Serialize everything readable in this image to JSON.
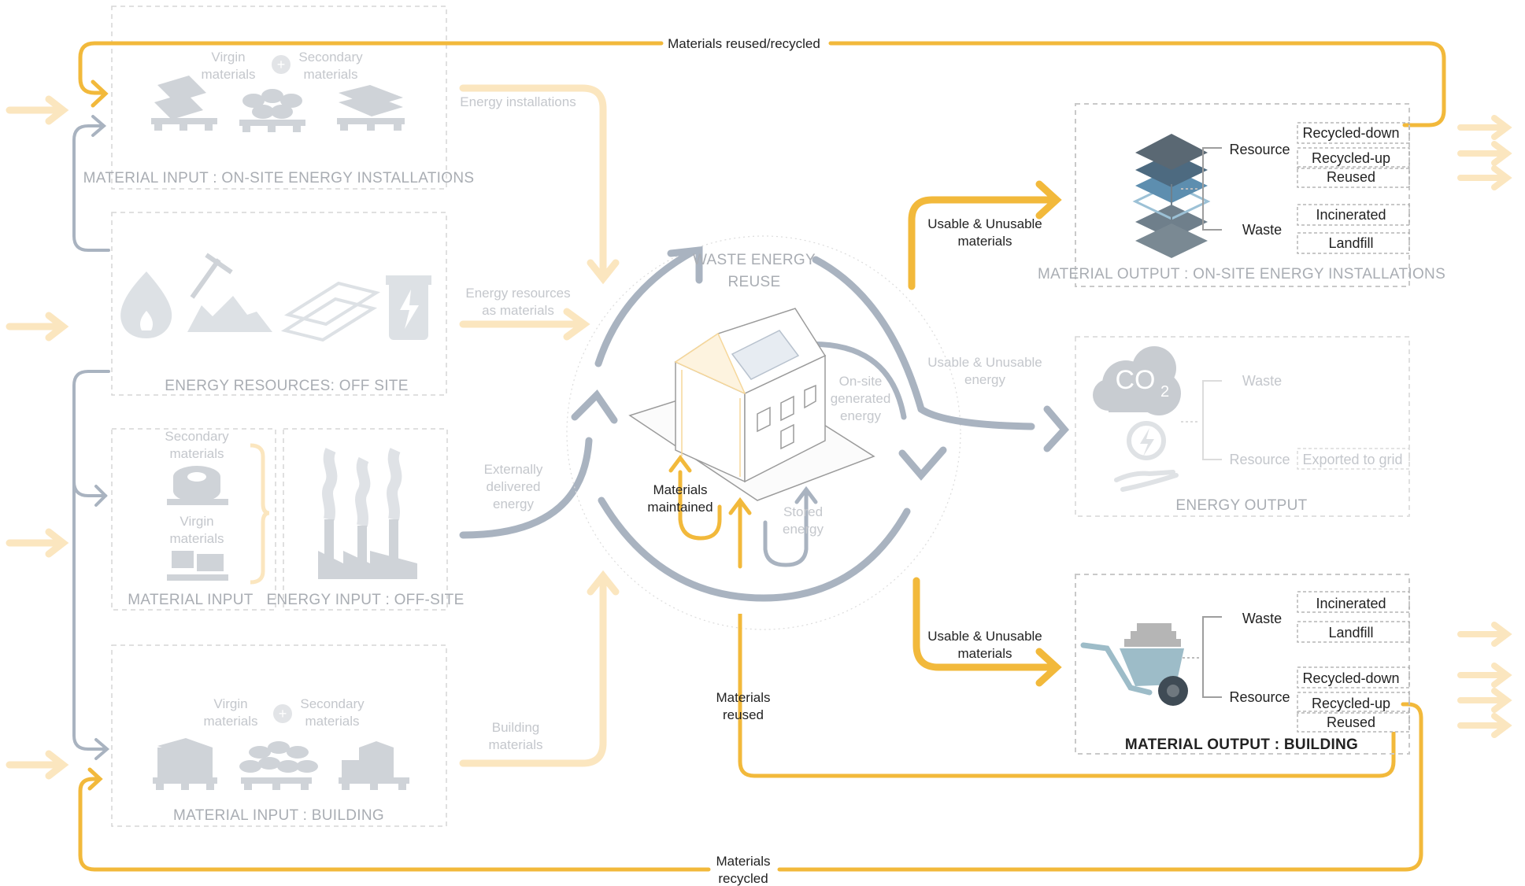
{
  "colors": {
    "yellow": "#f2b93b",
    "yellow_light": "#fbe6bf",
    "blue": "#a9b3c0",
    "blue_light": "#c6ccd6",
    "box_border": "#c9c9c9",
    "faded_text": "#c4c7cc",
    "dark_text": "#222222"
  },
  "top_loop": {
    "label": "Materials reused/recycled"
  },
  "bottom_loop": {
    "label_line1": "Materials",
    "label_line2": "recycled"
  },
  "inputs": {
    "energy_installations": {
      "virgin_line1": "Virgin",
      "virgin_line2": "materials",
      "secondary_line1": "Secondary",
      "secondary_line2": "materials",
      "title": "MATERIAL INPUT : ON-SITE ENERGY INSTALLATIONS"
    },
    "energy_resources": {
      "title": "ENERGY RESOURCES: OFF SITE"
    },
    "material_input": {
      "secondary_line1": "Secondary",
      "secondary_line2": "materials",
      "virgin_line1": "Virgin",
      "virgin_line2": "materials",
      "title": "MATERIAL INPUT"
    },
    "energy_input": {
      "title": "ENERGY INPUT : OFF-SITE"
    },
    "building": {
      "virgin_line1": "Virgin",
      "virgin_line2": "materials",
      "secondary_line1": "Secondary",
      "secondary_line2": "materials",
      "title": "MATERIAL INPUT : BUILDING"
    }
  },
  "flows": {
    "energy_installations": "Energy installations",
    "energy_resources_line1": "Energy resources",
    "energy_resources_line2": "as materials",
    "external_line1": "Externally",
    "external_line2": "delivered",
    "external_line3": "energy",
    "building_line1": "Building",
    "building_line2": "materials"
  },
  "center": {
    "waste_line1": "WASTE ENERGY",
    "waste_line2": "REUSE",
    "onsite_line1": "On-site",
    "onsite_line2": "generated",
    "onsite_line3": "energy",
    "maintained_line1": "Materials",
    "maintained_line2": "maintained",
    "stored_line1": "Stored",
    "stored_line2": "energy",
    "reused_line1": "Materials",
    "reused_line2": "reused"
  },
  "outputs": {
    "top_flow_line1": "Usable & Unusable",
    "top_flow_line2": "materials",
    "mid_flow_line1": "Usable & Unusable",
    "mid_flow_line2": "energy",
    "bottom_flow_line1": "Usable & Unusable",
    "bottom_flow_line2": "materials",
    "installations": {
      "resource": "Resource",
      "waste": "Waste",
      "items": [
        "Recycled-down",
        "Recycled-up",
        "Reused",
        "Incinerated",
        "Landfill"
      ],
      "title": "MATERIAL OUTPUT : ON-SITE ENERGY INSTALLATIONS"
    },
    "energy": {
      "co2": "CO",
      "co2_sub": "2",
      "waste": "Waste",
      "resource": "Resource",
      "exported": "Exported to grid",
      "title": "ENERGY OUTPUT"
    },
    "building": {
      "waste": "Waste",
      "resource": "Resource",
      "items": [
        "Incinerated",
        "Landfill",
        "Recycled-down",
        "Recycled-up",
        "Reused"
      ],
      "title": "MATERIAL OUTPUT : BUILDING"
    }
  }
}
